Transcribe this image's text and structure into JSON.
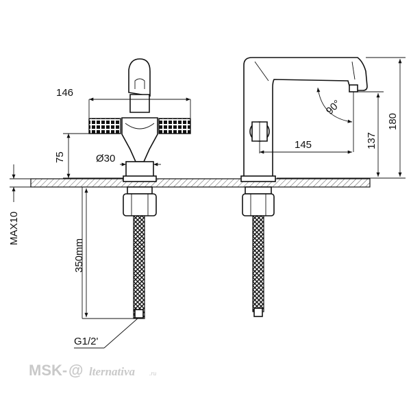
{
  "drawing": {
    "dimensions": {
      "left_width": "146",
      "left_height": "75",
      "diameter": "Ø30",
      "hose_length": "350mm",
      "max_thickness": "MAX10",
      "thread": "G1/2'",
      "right_reach": "145",
      "right_height_spout": "137",
      "right_height_total": "180",
      "angle": "90°"
    }
  },
  "watermark": {
    "prefix": "MSK-",
    "at": "@",
    "rest": "lternativa",
    "tld": ".ru"
  }
}
